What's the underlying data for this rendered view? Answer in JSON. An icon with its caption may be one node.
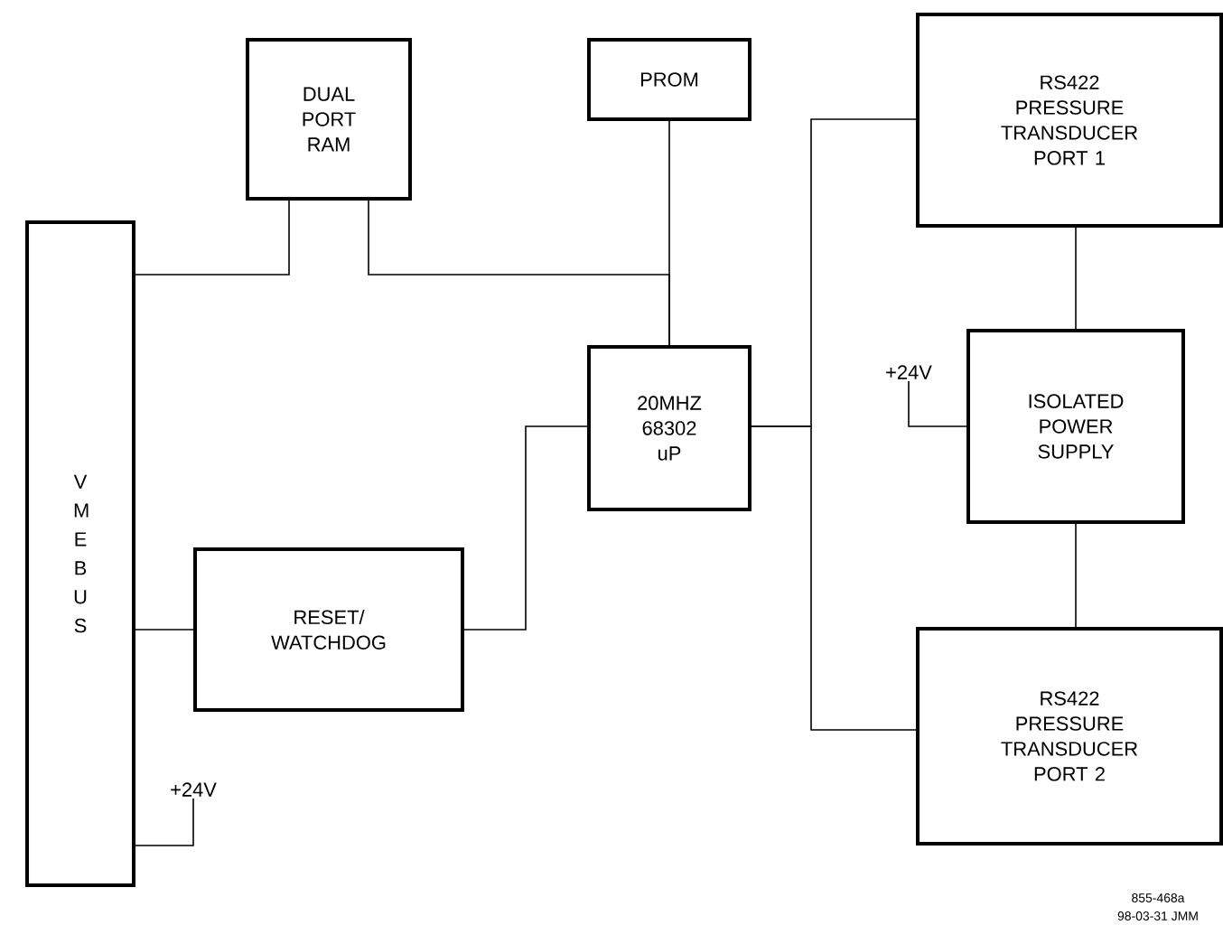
{
  "diagram": {
    "nodes": [
      {
        "text": [
          "DUAL PORT RAM"
        ]
      },
      {
        "text": [
          "PROM"
        ]
      },
      {
        "text": [
          "RS422 PRESSURE TRANSDUCER PORT 1"
        ]
      },
      {
        "text": [
          "V M E B U S"
        ]
      },
      {
        "text": [
          "20MHZ 68302 uP"
        ]
      },
      {
        "text": [
          "ISOLATED POWER SUPPLY"
        ]
      },
      {
        "text": [
          "RESET/ WATCHDOG"
        ]
      },
      {
        "text": [
          "RS422 PRESSURE TRANSDUCER PORT 2"
        ]
      },
      {
        "text": [
          "+24V"
        ]
      },
      {
        "text": [
          "+24V"
        ]
      }
    ],
    "edges": [
      {
        "from": 0,
        "to": 3,
        "arrow": "none"
      },
      {
        "from": 0,
        "to": 4,
        "arrow": "none"
      },
      {
        "from": 1,
        "to": 4,
        "arrow": "none"
      },
      {
        "from": 6,
        "to": 3,
        "arrow": "none"
      },
      {
        "from": 6,
        "to": 4,
        "arrow": "none"
      },
      {
        "from": 4,
        "to": 2,
        "arrow": "none"
      },
      {
        "from": 4,
        "to": 7,
        "arrow": "none"
      },
      {
        "from": 2,
        "to": 5,
        "arrow": "none"
      },
      {
        "from": 5,
        "to": 7,
        "arrow": "none"
      },
      {
        "from": 8,
        "to": 5,
        "arrow": "none"
      },
      {
        "from": 9,
        "to": 3,
        "arrow": "none"
      }
    ],
    "labels": [
      "855-468a",
      "98-03-31 JMM"
    ]
  }
}
